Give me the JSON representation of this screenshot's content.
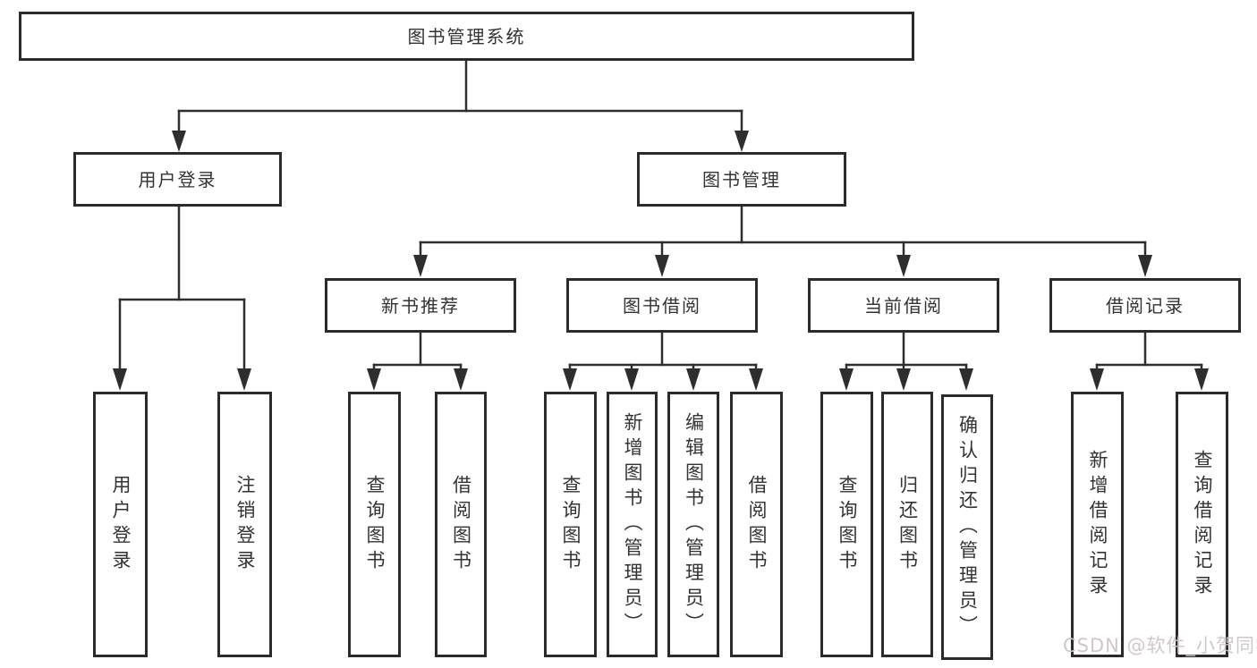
{
  "diagram": {
    "root": {
      "label": "图书管理系统"
    },
    "branches": [
      {
        "label": "用户登录",
        "children": [
          {
            "label": "用户登录"
          },
          {
            "label": "注销登录"
          }
        ]
      },
      {
        "label": "图书管理",
        "children": [
          {
            "label": "新书推荐",
            "children": [
              {
                "label": "查询图书"
              },
              {
                "label": "借阅图书"
              }
            ]
          },
          {
            "label": "图书借阅",
            "children": [
              {
                "label": "查询图书"
              },
              {
                "label": "新增图书（管理员）"
              },
              {
                "label": "编辑图书（管理员）"
              },
              {
                "label": "借阅图书"
              }
            ]
          },
          {
            "label": "当前借阅",
            "children": [
              {
                "label": "查询图书"
              },
              {
                "label": "归还图书"
              },
              {
                "label": "确认归还（管理员）"
              }
            ]
          },
          {
            "label": "借阅记录",
            "children": [
              {
                "label": "新增借阅记录"
              },
              {
                "label": "查询借阅记录"
              }
            ]
          }
        ]
      }
    ]
  },
  "watermark": {
    "text": "CSDN @软件_小贺同学"
  },
  "colors": {
    "line": "#2e2e2e",
    "box_border": "#2b2b2b",
    "text": "#333333",
    "background": "#ffffff",
    "watermark": "#cfc5c5"
  }
}
